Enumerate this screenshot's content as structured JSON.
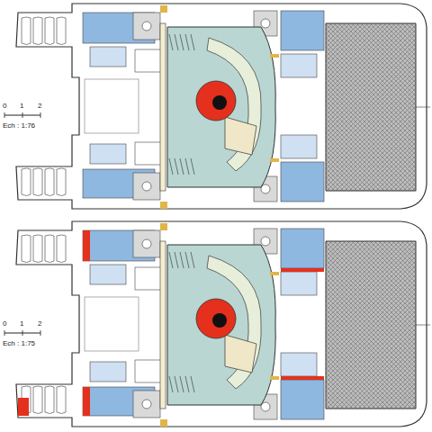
{
  "diagram": {
    "labels": [
      "0",
      "1",
      "2",
      "Ech : 1:76",
      "0",
      "1",
      "2",
      "Ech : 1:75"
    ]
  }
}
